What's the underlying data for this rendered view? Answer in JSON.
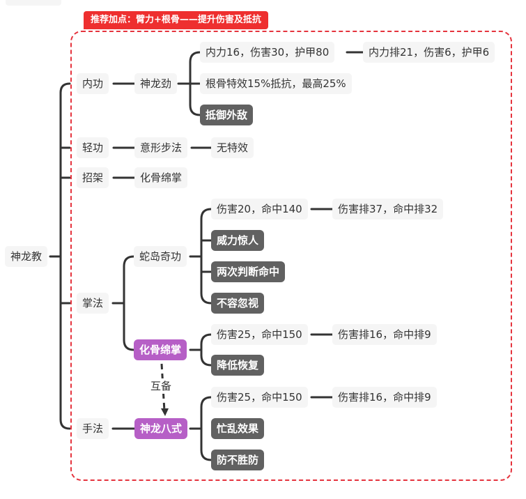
{
  "banner": "推荐加点：臂力+根骨——提升伤害及抵抗",
  "root": "神龙教",
  "categories": {
    "neigong": "内功",
    "qinggong": "轻功",
    "zhaojia": "招架",
    "zhangfa": "掌法",
    "shoufa": "手法"
  },
  "neigong": {
    "skill": "神龙劲",
    "stats": "内力16，伤害30，护甲80",
    "rank": "内力排21，伤害6，护甲6",
    "effect": "根骨特效15%抵抗，最高25%",
    "special": "抵御外敌"
  },
  "qinggong": {
    "skill": "意形步法",
    "effect": "无特效"
  },
  "zhaojia": {
    "skill": "化骨绵掌"
  },
  "zhangfa": {
    "skill1": {
      "name": "蛇岛奇功",
      "stats": "伤害20，命中140",
      "rank": "伤害排37，命中排32",
      "specials": [
        "威力惊人",
        "两次判断命中",
        "不容忽视"
      ]
    },
    "skill2": {
      "name": "化骨绵掌",
      "stats": "伤害25，命中150",
      "rank": "伤害排16，命中排9",
      "specials": [
        "降低恢复"
      ]
    }
  },
  "mutual_label": "互备",
  "shoufa": {
    "skill": "神龙八式",
    "stats": "伤害25，命中150",
    "rank": "伤害排16，命中排9",
    "specials": [
      "忙乱效果",
      "防不胜防"
    ]
  },
  "colors": {
    "line": "#333333",
    "node_bg": "#f5f5f5",
    "special_bg": "#616161",
    "highlight_bg": "#b65fc6",
    "frame_red": "#e5333d",
    "banner_red": "#ee2f2f"
  }
}
